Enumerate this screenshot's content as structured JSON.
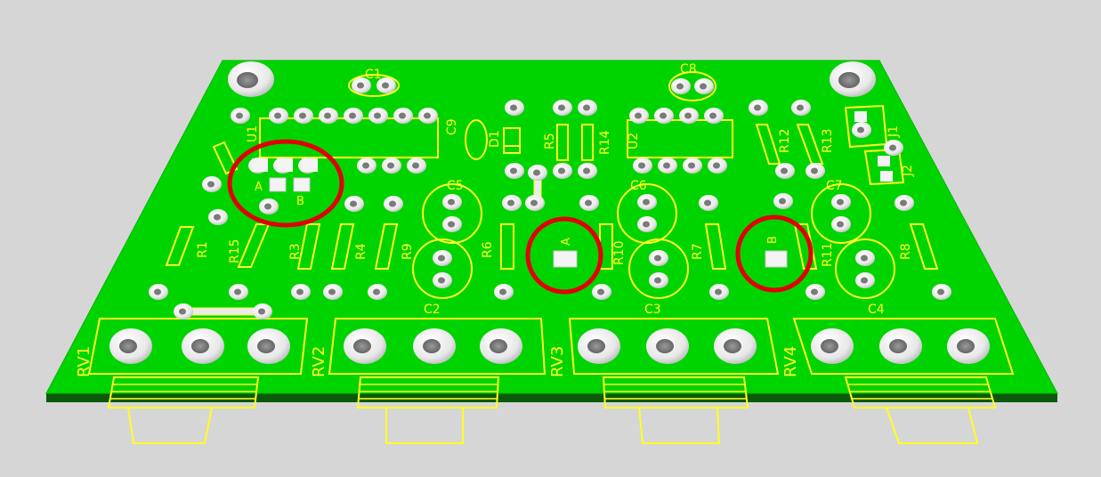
{
  "colors": {
    "background": "#d6d6d6",
    "board": "#00d400",
    "board_edge": "#0a6a0a",
    "silkscreen": "#ffff22",
    "pad": "#f4f4f4",
    "highlight_circle": "#e00000"
  },
  "components": {
    "capacitors": [
      "C1",
      "C2",
      "C3",
      "C4",
      "C5",
      "C6",
      "C7",
      "C8",
      "C9"
    ],
    "resistors": [
      "R1",
      "R3",
      "R4",
      "R5",
      "R6",
      "R7",
      "R8",
      "R9",
      "R10",
      "R11",
      "R12",
      "R13",
      "R14",
      "R15"
    ],
    "ics": [
      "U1",
      "U2"
    ],
    "diode": "D1",
    "jumpers": [
      "J1",
      "J2"
    ],
    "potentiometers": [
      "RV1",
      "RV2",
      "RV3",
      "RV4"
    ]
  },
  "pad_labels": {
    "a_left": "A",
    "b_left": "B",
    "a_center": "A",
    "b_right": "B"
  },
  "highlights": [
    {
      "label": "A B pad pair left"
    },
    {
      "label": "pad A"
    },
    {
      "label": "pad B"
    }
  ]
}
